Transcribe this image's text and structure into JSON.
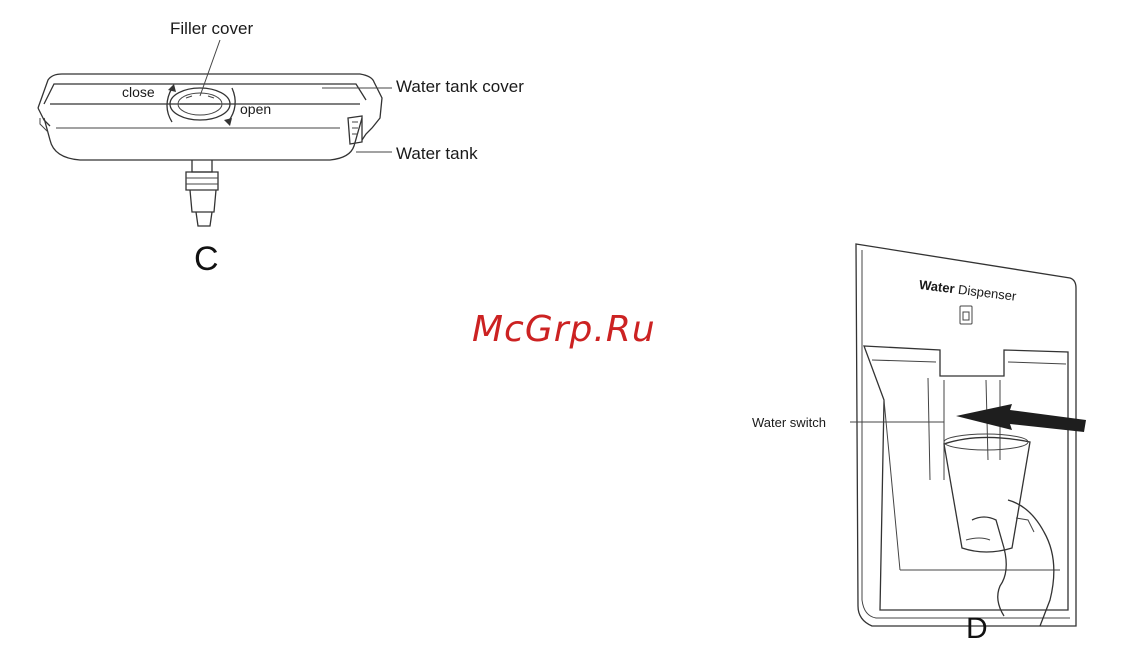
{
  "figure_c": {
    "letter": "C",
    "labels": {
      "filler_cover": "Filler cover",
      "water_tank_cover": "Water tank cover",
      "water_tank": "Water tank",
      "close": "close",
      "open": "open"
    }
  },
  "figure_d": {
    "letter": "D",
    "labels": {
      "water_switch": "Water switch",
      "panel_title_bold": "Water",
      "panel_title_rest": "Dispenser"
    }
  },
  "watermark": "McGrp.Ru",
  "colors": {
    "watermark": "#cc2222",
    "line": "#333333"
  }
}
